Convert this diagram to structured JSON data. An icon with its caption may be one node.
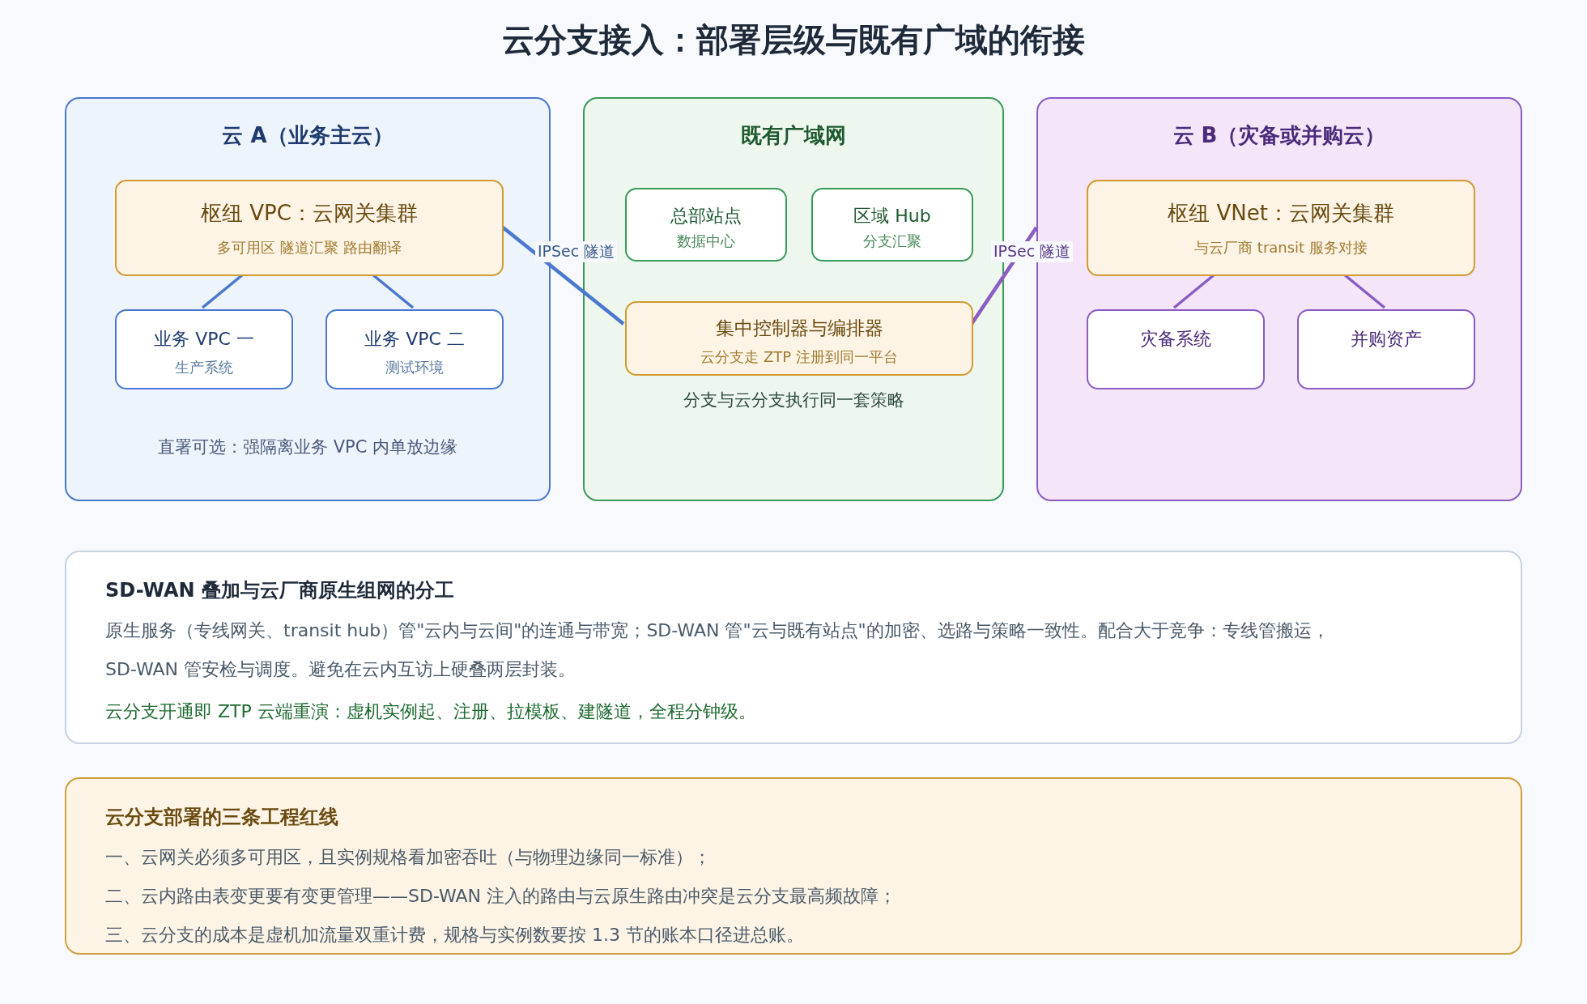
{
  "diagram": {
    "title": "云分支接入：部署层级与既有广域的衔接",
    "nodes": [
      {
        "text": [
          "云 A（业务主云）"
        ]
      },
      {
        "text": [
          "枢纽 VPC：云网关集群",
          "多可用区 隧道汇聚 路由翻译"
        ],
        "in": 0
      },
      {
        "text": [
          "业务 VPC 一",
          "生产系统"
        ],
        "in": 0
      },
      {
        "text": [
          "业务 VPC 二",
          "测试环境"
        ],
        "in": 0
      },
      {
        "text": [
          "既有广域网"
        ]
      },
      {
        "text": [
          "总部站点",
          "数据中心"
        ],
        "in": 4
      },
      {
        "text": [
          "区域 Hub",
          "分支汇聚"
        ],
        "in": 4
      },
      {
        "text": [
          "集中控制器与编排器",
          "云分支走 ZTP 注册到同一平台"
        ],
        "in": 4
      },
      {
        "text": [
          "云 B（灾备或并购云）"
        ]
      },
      {
        "text": [
          "枢纽 VNet：云网关集群",
          "与云厂商 transit 服务对接"
        ],
        "in": 8
      },
      {
        "text": [
          "灾备系统"
        ],
        "in": 8
      },
      {
        "text": [
          "并购资产"
        ],
        "in": 8
      },
      {
        "text": [
          "SD-WAN 叠加与云厂商原生组网的分工",
          "原生服务（专线网关、transit hub）管\"云内与云间\"的连通与带宽；SD-WAN 管\"云与既有站点\"的加密、选路与策略一致性。配合大于竞争：专线管搬运，SD-WAN 管安检与调度。避免在云内互访上硬叠两层封装。",
          "云分支开通即 ZTP 云端重演：虚机实例起、注册、拉模板、建隧道，全程分钟级。"
        ]
      },
      {
        "text": [
          "云分支部署的三条工程红线",
          "一、云网关必须多可用区，且实例规格看加密吞吐（与物理边缘同一标准）；",
          "二、云内路由表变更要有变更管理——SD-WAN 注入的路由与云原生路由冲突是云分支最高频故障；",
          "三、云分支的成本是虚机加流量双重计费，规格与实例数要按 1.3 节的账本口径进总账。"
        ]
      }
    ],
    "edges": [
      {
        "from": 1,
        "to": 2,
        "arrow": "none",
        "color": "#4a78d0"
      },
      {
        "from": 1,
        "to": 3,
        "arrow": "none",
        "color": "#4a78d0"
      },
      {
        "from": 1,
        "to": 7,
        "arrow": "none",
        "label": "IPSec 隧道",
        "color": "#4a78d0"
      },
      {
        "from": 7,
        "to": 8,
        "arrow": "none",
        "label": "IPSec 隧道",
        "color": "#8a5cc4"
      },
      {
        "from": 9,
        "to": 10,
        "arrow": "none",
        "color": "#8a5cc4"
      },
      {
        "from": 9,
        "to": 11,
        "arrow": "none",
        "color": "#8a5cc4"
      }
    ],
    "labels": [
      "直署可选：强隔离业务 VPC 内单放边缘",
      "分支与云分支执行同一套策略"
    ]
  }
}
